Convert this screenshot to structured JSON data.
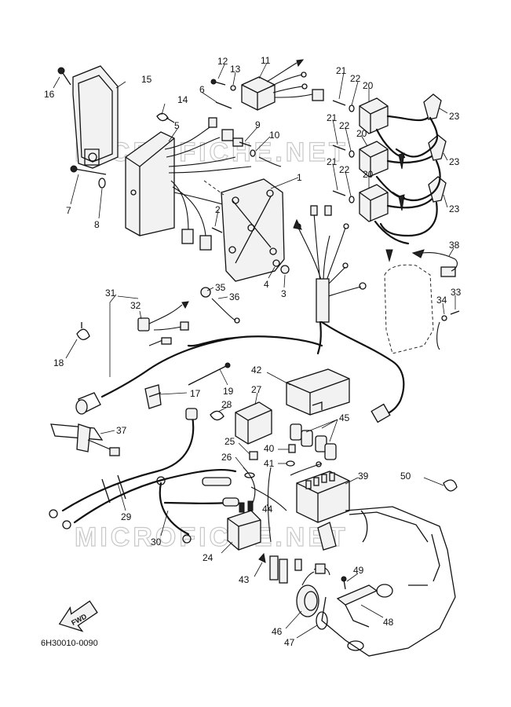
{
  "diagram": {
    "code": "6H30010-0090",
    "fwd_label": "FWD",
    "watermark": "MICROFICHE.NET"
  },
  "callouts": [
    "1",
    "2",
    "3",
    "4",
    "5",
    "6",
    "7",
    "8",
    "9",
    "10",
    "11",
    "12",
    "13",
    "14",
    "15",
    "16",
    "17",
    "18",
    "19",
    "20",
    "21",
    "22",
    "23",
    "24",
    "25",
    "26",
    "27",
    "28",
    "29",
    "30",
    "31",
    "32",
    "33",
    "34",
    "35",
    "36",
    "37",
    "38",
    "39",
    "40",
    "41",
    "42",
    "43",
    "44",
    "45",
    "46",
    "47",
    "48",
    "49",
    "50"
  ]
}
